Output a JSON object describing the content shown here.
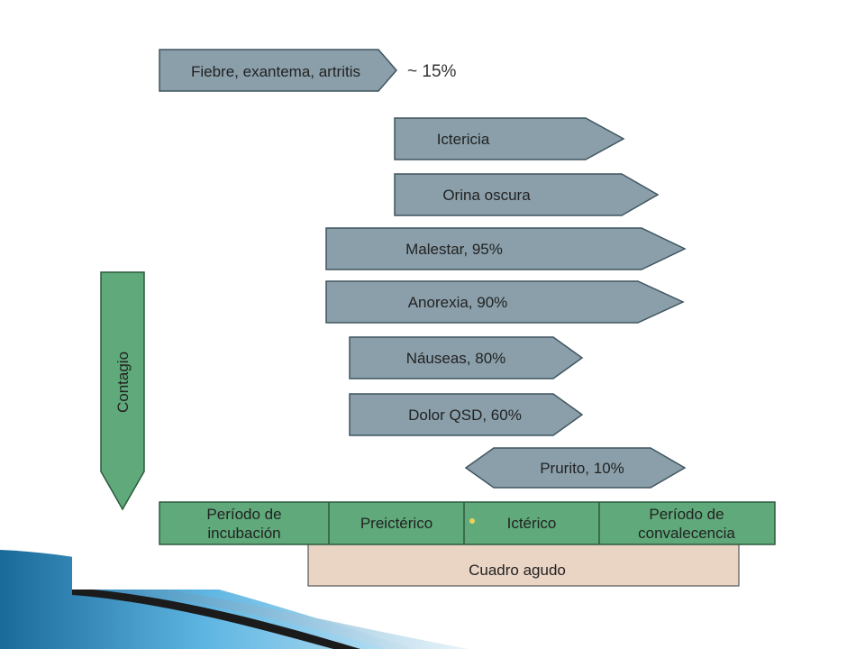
{
  "symptoms": {
    "fever": {
      "label": "Fiebre, exantema, artritis",
      "note": "~ 15%"
    },
    "jaundice": {
      "label": "Ictericia"
    },
    "dark_urine": {
      "label": "Orina oscura"
    },
    "malaise": {
      "label": "Malestar, 95%"
    },
    "anorexia": {
      "label": "Anorexia, 90%"
    },
    "nausea": {
      "label": "Náuseas, 80%"
    },
    "ruq_pain": {
      "label": "Dolor QSD, 60%"
    },
    "pruritus": {
      "label": "Prurito, 10%"
    }
  },
  "contagion": {
    "label": "Contagio"
  },
  "phases": {
    "incubation": {
      "line1": "Período de",
      "line2": "incubación"
    },
    "preicteric": {
      "label": "Preictérico"
    },
    "icteric": {
      "label": "Ictérico"
    },
    "convalescence": {
      "line1": "Período de",
      "line2": "convalecencia"
    }
  },
  "acute": {
    "label": "Cuadro agudo"
  },
  "colors": {
    "symptom_fill": "#8a9faa",
    "green": "#5fa97a",
    "acute_fill": "#ead5c5",
    "dot": "#e8d25a"
  }
}
